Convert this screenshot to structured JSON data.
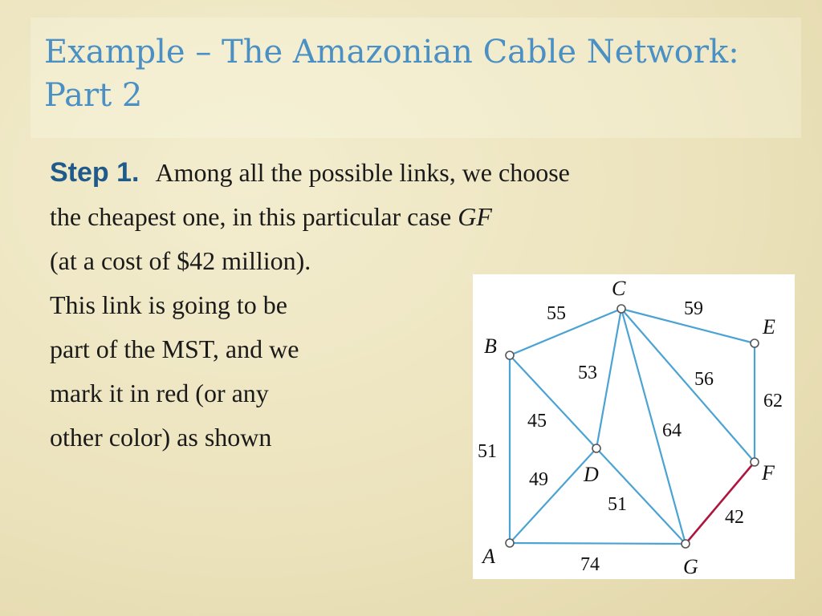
{
  "slide": {
    "title_line1": "Example – The Amazonian Cable Network:",
    "title_line2": "Part 2",
    "step_label": "Step 1.",
    "para_l1": "Among all the possible links, we choose",
    "para_l2a": "the cheapest one, in this particular case ",
    "para_l2b": "GF",
    "para_l3": "(at a cost of $42 million).",
    "para_l4": "This link is going to be",
    "para_l5": "part of the MST, and we",
    "para_l6": "mark it in red (or any",
    "para_l7": "other color) as shown"
  },
  "graph": {
    "edge_color": "#4aa3d3",
    "highlight_color": "#b0153f",
    "nodes": [
      {
        "id": "A",
        "label": "A"
      },
      {
        "id": "B",
        "label": "B"
      },
      {
        "id": "C",
        "label": "C"
      },
      {
        "id": "D",
        "label": "D"
      },
      {
        "id": "E",
        "label": "E"
      },
      {
        "id": "F",
        "label": "F"
      },
      {
        "id": "G",
        "label": "G"
      }
    ],
    "edges": [
      {
        "from": "B",
        "to": "C",
        "weight": "55",
        "highlight": false
      },
      {
        "from": "C",
        "to": "E",
        "weight": "59",
        "highlight": false
      },
      {
        "from": "C",
        "to": "D",
        "weight": "53",
        "highlight": false
      },
      {
        "from": "C",
        "to": "F",
        "weight": "56",
        "highlight": false
      },
      {
        "from": "C",
        "to": "G",
        "weight": "64",
        "highlight": false
      },
      {
        "from": "E",
        "to": "F",
        "weight": "62",
        "highlight": false
      },
      {
        "from": "B",
        "to": "D",
        "weight": "45",
        "highlight": false
      },
      {
        "from": "B",
        "to": "A",
        "weight": "51",
        "highlight": false
      },
      {
        "from": "A",
        "to": "D",
        "weight": "49",
        "highlight": false
      },
      {
        "from": "D",
        "to": "G",
        "weight": "51",
        "highlight": false
      },
      {
        "from": "A",
        "to": "G",
        "weight": "74",
        "highlight": false
      },
      {
        "from": "F",
        "to": "G",
        "weight": "42",
        "highlight": true
      }
    ]
  }
}
